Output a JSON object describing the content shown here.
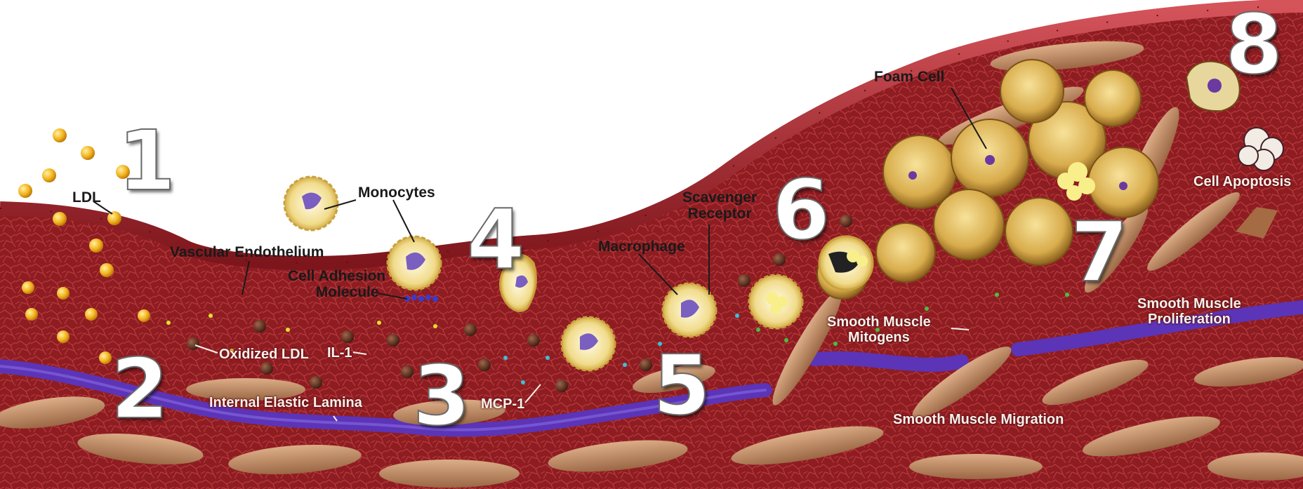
{
  "steps": [
    "1",
    "2",
    "3",
    "4",
    "5",
    "6",
    "7",
    "8"
  ],
  "labels": {
    "ldl": "LDL",
    "monocytes": "Monocytes",
    "vascular_endothelium": "Vascular Endothelium",
    "cell_adhesion_1": "Cell Adhesion",
    "cell_adhesion_2": "Molecule",
    "oxidized_ldl": "Oxidized LDL",
    "il1": "IL-1",
    "internal_elastic_lamina": "Internal Elastic Lamina",
    "mcp1": "MCP-1",
    "macrophage": "Macrophage",
    "scavenger_1": "Scavenger",
    "scavenger_2": "Receptor",
    "foam_cell": "Foam Cell",
    "cell_apoptosis": "Cell Apoptosis",
    "smooth_muscle_mitogens_1": "Smooth Muscle",
    "smooth_muscle_mitogens_2": "Mitogens",
    "smooth_muscle_proliferation_1": "Smooth Muscle",
    "smooth_muscle_proliferation_2": "Proliferation",
    "smooth_muscle_migration": "Smooth Muscle Migration"
  },
  "colors": {
    "tissue": "#8e1d22",
    "tissue_dark": "#5c0d12",
    "endothelium": "#b02a33",
    "lamina": "#5b34b8",
    "smooth_muscle": "#c2906a",
    "ldl": "#f0b020",
    "cell_yellow": "#e8c860",
    "nucleus": "#7a5ec0"
  }
}
